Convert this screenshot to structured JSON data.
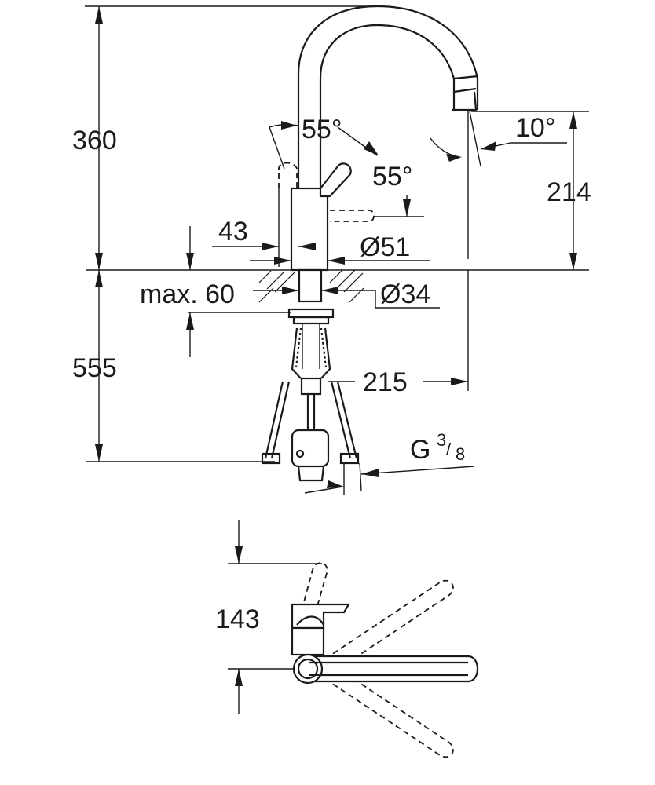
{
  "dimensions": {
    "total_height_above_deck": "360",
    "lever_angle_top": "55°",
    "lever_angle_side": "55°",
    "spout_tilt": "10°",
    "spout_outlet_height": "214",
    "lever_offset": "43",
    "body_diameter": "Ø51",
    "max_deck_thickness": "max. 60",
    "shank_diameter": "Ø34",
    "below_deck_length": "555",
    "spout_reach": "215",
    "connection_thread_main": "G",
    "connection_thread_fraction_num": "3",
    "connection_thread_fraction_den": "8",
    "plan_view_depth": "143"
  },
  "colors": {
    "line": "#1a1a1a",
    "background": "#ffffff"
  }
}
